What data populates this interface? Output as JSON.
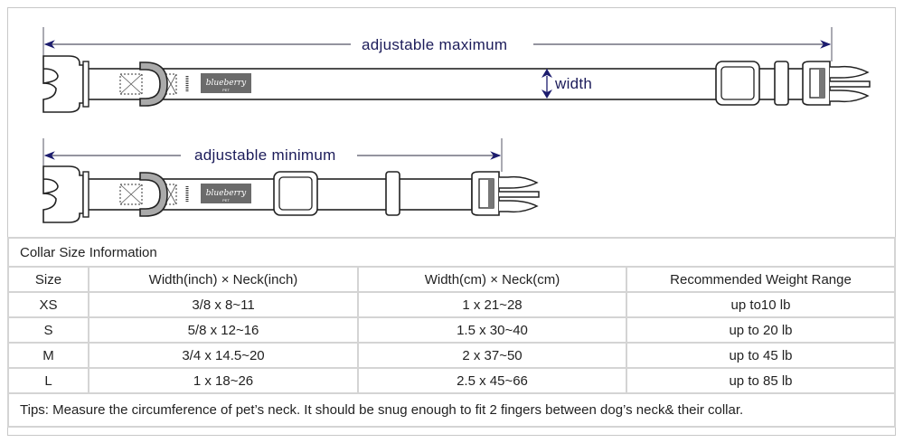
{
  "diagram": {
    "max_label": "adjustable maximum",
    "min_label": "adjustable minimum",
    "width_label": "width",
    "logo_text": "blueberry",
    "logo_sub": "PET",
    "arrow_color": "#1c1c6e",
    "line_color": "#222222"
  },
  "table": {
    "title": "Collar Size Information",
    "headers": [
      "Size",
      "Width(inch)  × Neck(inch)",
      "Width(cm)  × Neck(cm)",
      "Recommended Weight Range"
    ],
    "rows": [
      [
        "XS",
        "3/8 x 8~11",
        "1 x 21~28",
        "up to10 lb"
      ],
      [
        "S",
        "5/8 x 12~16",
        "1.5 x 30~40",
        "up to 20 lb"
      ],
      [
        "M",
        "3/4 x 14.5~20",
        "2 x 37~50",
        "up to 45 lb"
      ],
      [
        "L",
        "1 x 18~26",
        "2.5 x 45~66",
        "up to 85 lb"
      ]
    ],
    "tips": "Tips: Measure the circumference of pet’s neck. It should be snug enough to fit 2 fingers between dog’s neck& their collar."
  }
}
